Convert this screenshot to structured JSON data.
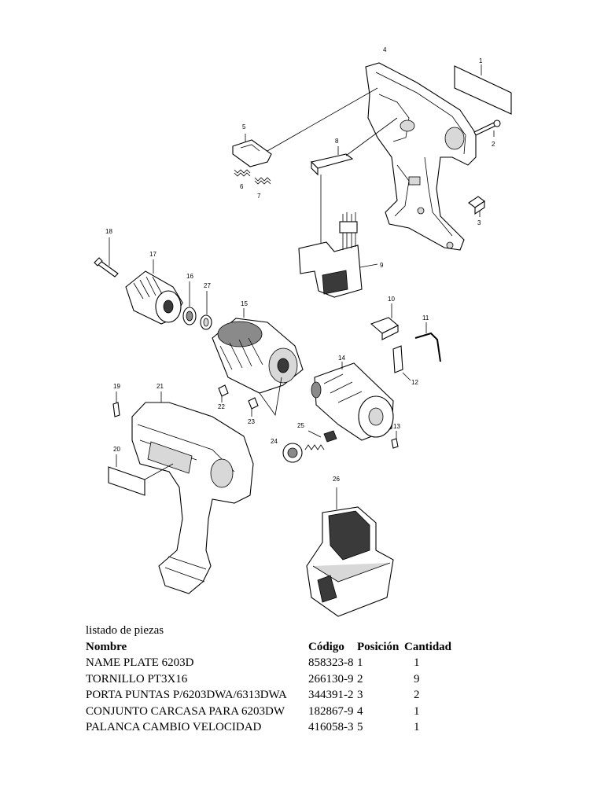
{
  "diagram": {
    "callouts": [
      {
        "id": "c1",
        "text": "1"
      },
      {
        "id": "c2",
        "text": "2"
      },
      {
        "id": "c3",
        "text": "3"
      },
      {
        "id": "c4",
        "text": "4"
      },
      {
        "id": "c5",
        "text": "5"
      },
      {
        "id": "c6",
        "text": "6"
      },
      {
        "id": "c7",
        "text": "7"
      },
      {
        "id": "c8",
        "text": "8"
      },
      {
        "id": "c9",
        "text": "9"
      },
      {
        "id": "c10",
        "text": "10"
      },
      {
        "id": "c11",
        "text": "11"
      },
      {
        "id": "c12",
        "text": "12"
      },
      {
        "id": "c13",
        "text": "13"
      },
      {
        "id": "c14",
        "text": "14"
      },
      {
        "id": "c15",
        "text": "15"
      },
      {
        "id": "c16",
        "text": "16"
      },
      {
        "id": "c17",
        "text": "17"
      },
      {
        "id": "c18",
        "text": "18"
      },
      {
        "id": "c19",
        "text": "19"
      },
      {
        "id": "c20",
        "text": "20"
      },
      {
        "id": "c21",
        "text": "21"
      },
      {
        "id": "c22",
        "text": "22"
      },
      {
        "id": "c23",
        "text": "23"
      },
      {
        "id": "c24",
        "text": "24"
      },
      {
        "id": "c25",
        "text": "25"
      },
      {
        "id": "c26",
        "text": "26"
      },
      {
        "id": "c27",
        "text": "27"
      }
    ]
  },
  "parts_list": {
    "caption": "listado de piezas",
    "headers": {
      "name": "Nombre",
      "code": "Código",
      "position": "Posición",
      "quantity": "Cantidad"
    },
    "rows": [
      {
        "name": "NAME PLATE 6203D",
        "code": "858323-8",
        "position": "1",
        "quantity": "1"
      },
      {
        "name": "TORNILLO PT3X16",
        "code": "266130-9",
        "position": "2",
        "quantity": "9"
      },
      {
        "name": "PORTA PUNTAS P/6203DWA/6313DWA",
        "code": "344391-2",
        "position": "3",
        "quantity": "2"
      },
      {
        "name": "CONJUNTO CARCASA PARA 6203DW",
        "code": "182867-9",
        "position": "4",
        "quantity": "1"
      },
      {
        "name": "PALANCA CAMBIO VELOCIDAD",
        "code": "416058-3",
        "position": "5",
        "quantity": "1"
      }
    ]
  }
}
